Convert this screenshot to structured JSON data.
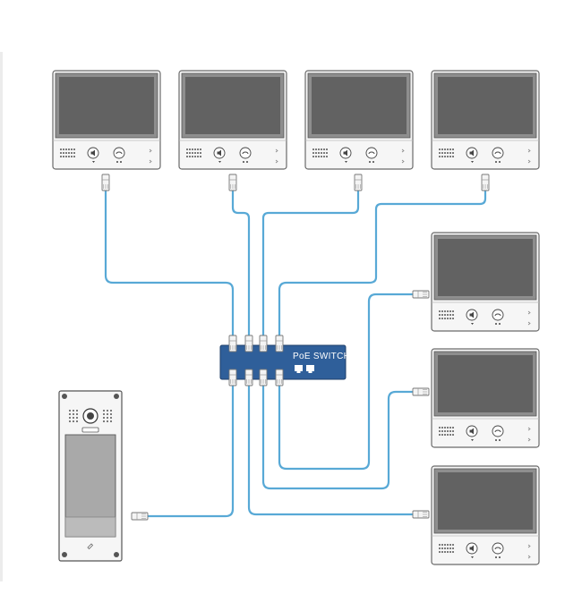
{
  "switch": {
    "label": "PoE SWITCH",
    "color": "#2f5f9a"
  },
  "cable_color": "#58a9d6",
  "monitors": [
    {
      "id": "monitor-1"
    },
    {
      "id": "monitor-2"
    },
    {
      "id": "monitor-3"
    },
    {
      "id": "monitor-4"
    },
    {
      "id": "monitor-5"
    },
    {
      "id": "monitor-6"
    },
    {
      "id": "monitor-7"
    }
  ],
  "door_station": {
    "id": "outdoor-station"
  },
  "icons": [
    "speaker-grille-icon",
    "talk-button-icon",
    "unlock-button-icon",
    "camera-lens-icon",
    "keypad-icon",
    "rj45-connector-icon"
  ]
}
